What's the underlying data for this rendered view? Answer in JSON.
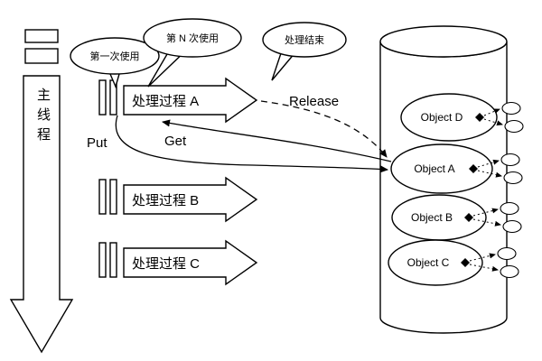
{
  "diagram": {
    "main_thread": {
      "label": "主线程"
    },
    "callouts": [
      {
        "id": "first-use",
        "label": "第一次使用"
      },
      {
        "id": "nth-use",
        "label": "第 N 次使用"
      },
      {
        "id": "process-end",
        "label": "处理结束"
      }
    ],
    "processes": [
      {
        "id": "a",
        "label": "处理过程 A"
      },
      {
        "id": "b",
        "label": "处理过程 B"
      },
      {
        "id": "c",
        "label": "处理过程 C"
      }
    ],
    "actions": {
      "put": "Put",
      "get": "Get",
      "release": "Release"
    },
    "pool": {
      "objects": [
        {
          "id": "d",
          "label": "Object D"
        },
        {
          "id": "a",
          "label": "Object A"
        },
        {
          "id": "b",
          "label": "Object B"
        },
        {
          "id": "c",
          "label": "Object C"
        }
      ]
    },
    "icons": {
      "reference_marker": "filled-diamond",
      "thread_marker": "double-vertical-bars"
    },
    "colors": {
      "stroke": "#000000",
      "fill": "#ffffff",
      "background": "#ffffff"
    }
  }
}
